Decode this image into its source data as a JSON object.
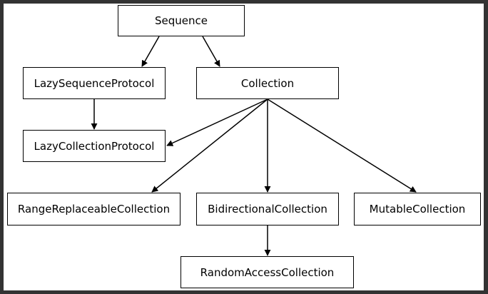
{
  "diagram": {
    "nodes": {
      "sequence": "Sequence",
      "lazy_sequence_protocol": "LazySequenceProtocol",
      "collection": "Collection",
      "lazy_collection_protocol": "LazyCollectionProtocol",
      "range_replaceable_collection": "RangeReplaceableCollection",
      "bidirectional_collection": "BidirectionalCollection",
      "mutable_collection": "MutableCollection",
      "random_access_collection": "RandomAccessCollection"
    },
    "edges": [
      [
        "sequence",
        "lazy_sequence_protocol"
      ],
      [
        "sequence",
        "collection"
      ],
      [
        "lazy_sequence_protocol",
        "lazy_collection_protocol"
      ],
      [
        "collection",
        "lazy_collection_protocol"
      ],
      [
        "collection",
        "range_replaceable_collection"
      ],
      [
        "collection",
        "bidirectional_collection"
      ],
      [
        "collection",
        "mutable_collection"
      ],
      [
        "bidirectional_collection",
        "random_access_collection"
      ]
    ],
    "colors": {
      "background": "#333333",
      "canvas": "#ffffff",
      "stroke": "#000000"
    }
  }
}
